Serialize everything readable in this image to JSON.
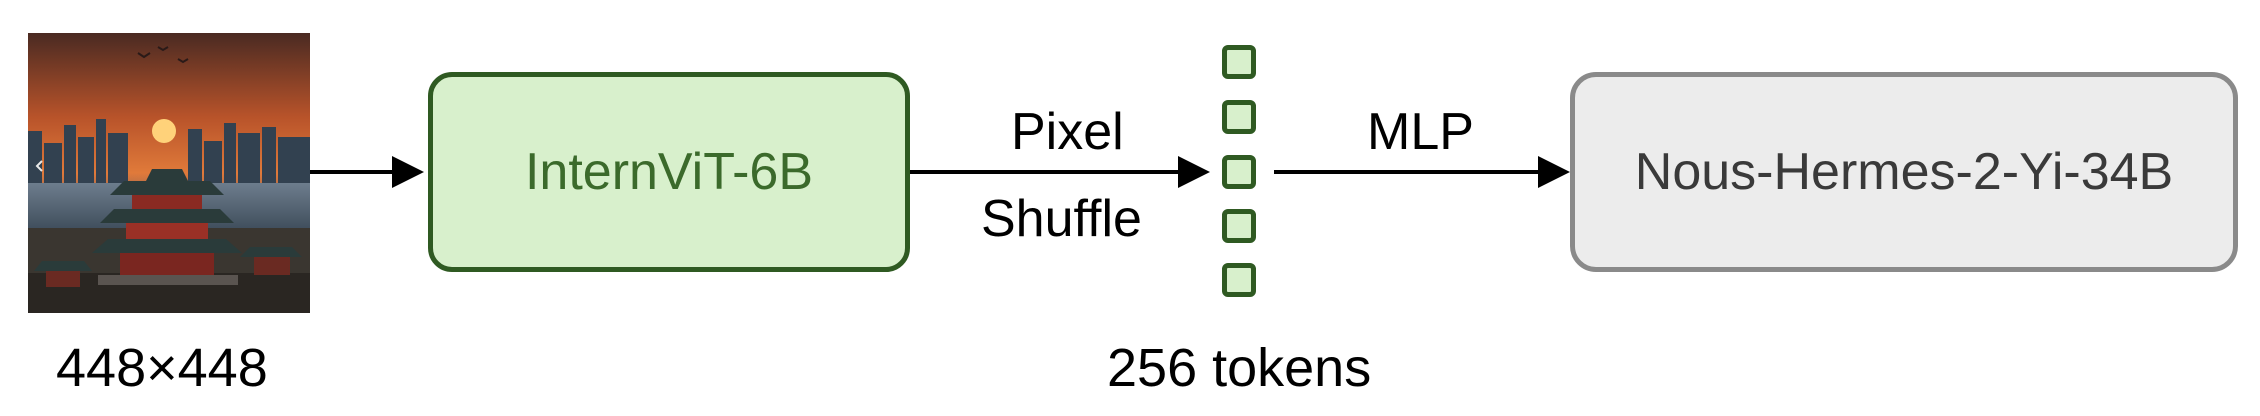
{
  "image": {
    "caption": "448×448"
  },
  "encoder": {
    "label": "InternViT-6B"
  },
  "shuffle": {
    "line1": "Pixel",
    "line2": "Shuffle"
  },
  "tokens": {
    "count_shown": 5,
    "caption": "256 tokens"
  },
  "projector": {
    "label": "MLP"
  },
  "llm": {
    "label": "Nous-Hermes-2-Yi-34B"
  },
  "colors": {
    "encoder_fill": "#d8f0cc",
    "encoder_border": "#2f5a22",
    "encoder_text": "#3b6a2b",
    "llm_fill": "#ececec",
    "llm_border": "#8a8a8a",
    "llm_text": "#3a3a3a",
    "arrow": "#000000"
  }
}
